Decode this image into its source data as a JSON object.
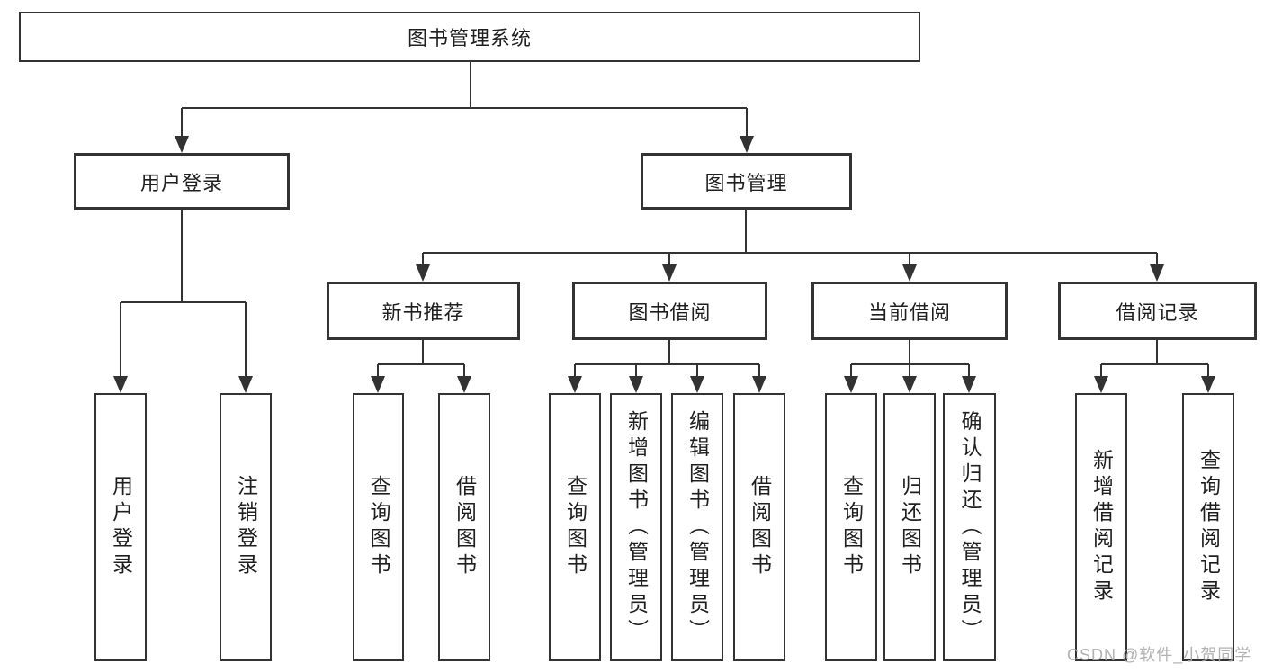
{
  "diagram": {
    "title_note": "functional structure chart of a library management system",
    "root": {
      "label": "图书管理系统"
    },
    "level2": [
      {
        "label": "用户登录"
      },
      {
        "label": "图书管理"
      }
    ],
    "level3": [
      {
        "label": "新书推荐"
      },
      {
        "label": "图书借阅"
      },
      {
        "label": "当前借阅"
      },
      {
        "label": "借阅记录"
      }
    ],
    "leaves": {
      "login": [
        "用户登录",
        "注销登录"
      ],
      "recommend": [
        "查询图书",
        "借阅图书"
      ],
      "borrow": [
        "查询图书",
        "新增图书（管理员）",
        "编辑图书（管理员）",
        "借阅图书"
      ],
      "current": [
        "查询图书",
        "归还图书",
        "确认归还（管理员）"
      ],
      "records": [
        "新增借阅记录",
        "查询借阅记录"
      ]
    },
    "watermark": "CSDN @软件_小贺同学",
    "colors": {
      "line": "#333333",
      "text": "#1f1f1f",
      "box_background": "#ffffff",
      "watermark": "#aaaaaa",
      "background": "#ffffff"
    }
  }
}
